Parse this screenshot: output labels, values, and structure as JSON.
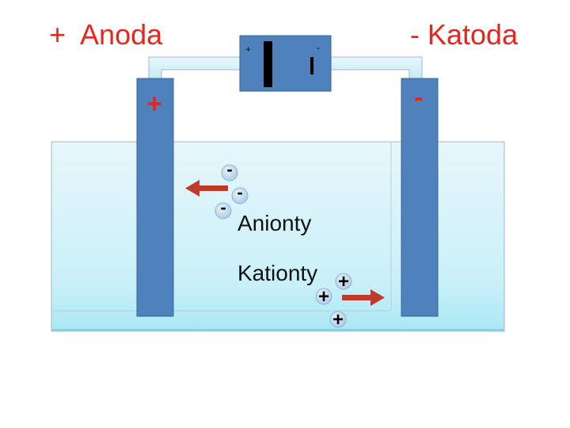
{
  "labels": {
    "anode_title": "+  Anoda",
    "cathode_title": "- Katoda",
    "anode_sign": "+",
    "cathode_sign": "-",
    "battery_plus": "+",
    "battery_minus": "-",
    "anions": "Anionty",
    "cations": "Kationty",
    "anion_symbol": "-",
    "cation_symbol": "+"
  },
  "colors": {
    "label_red": "#e8261e",
    "electrode": "#4f81bd",
    "electrolyte": "#bfeef7",
    "wire": "#cfeef6",
    "arrow": "#c0392b",
    "battery_box": "#4f81bd"
  }
}
